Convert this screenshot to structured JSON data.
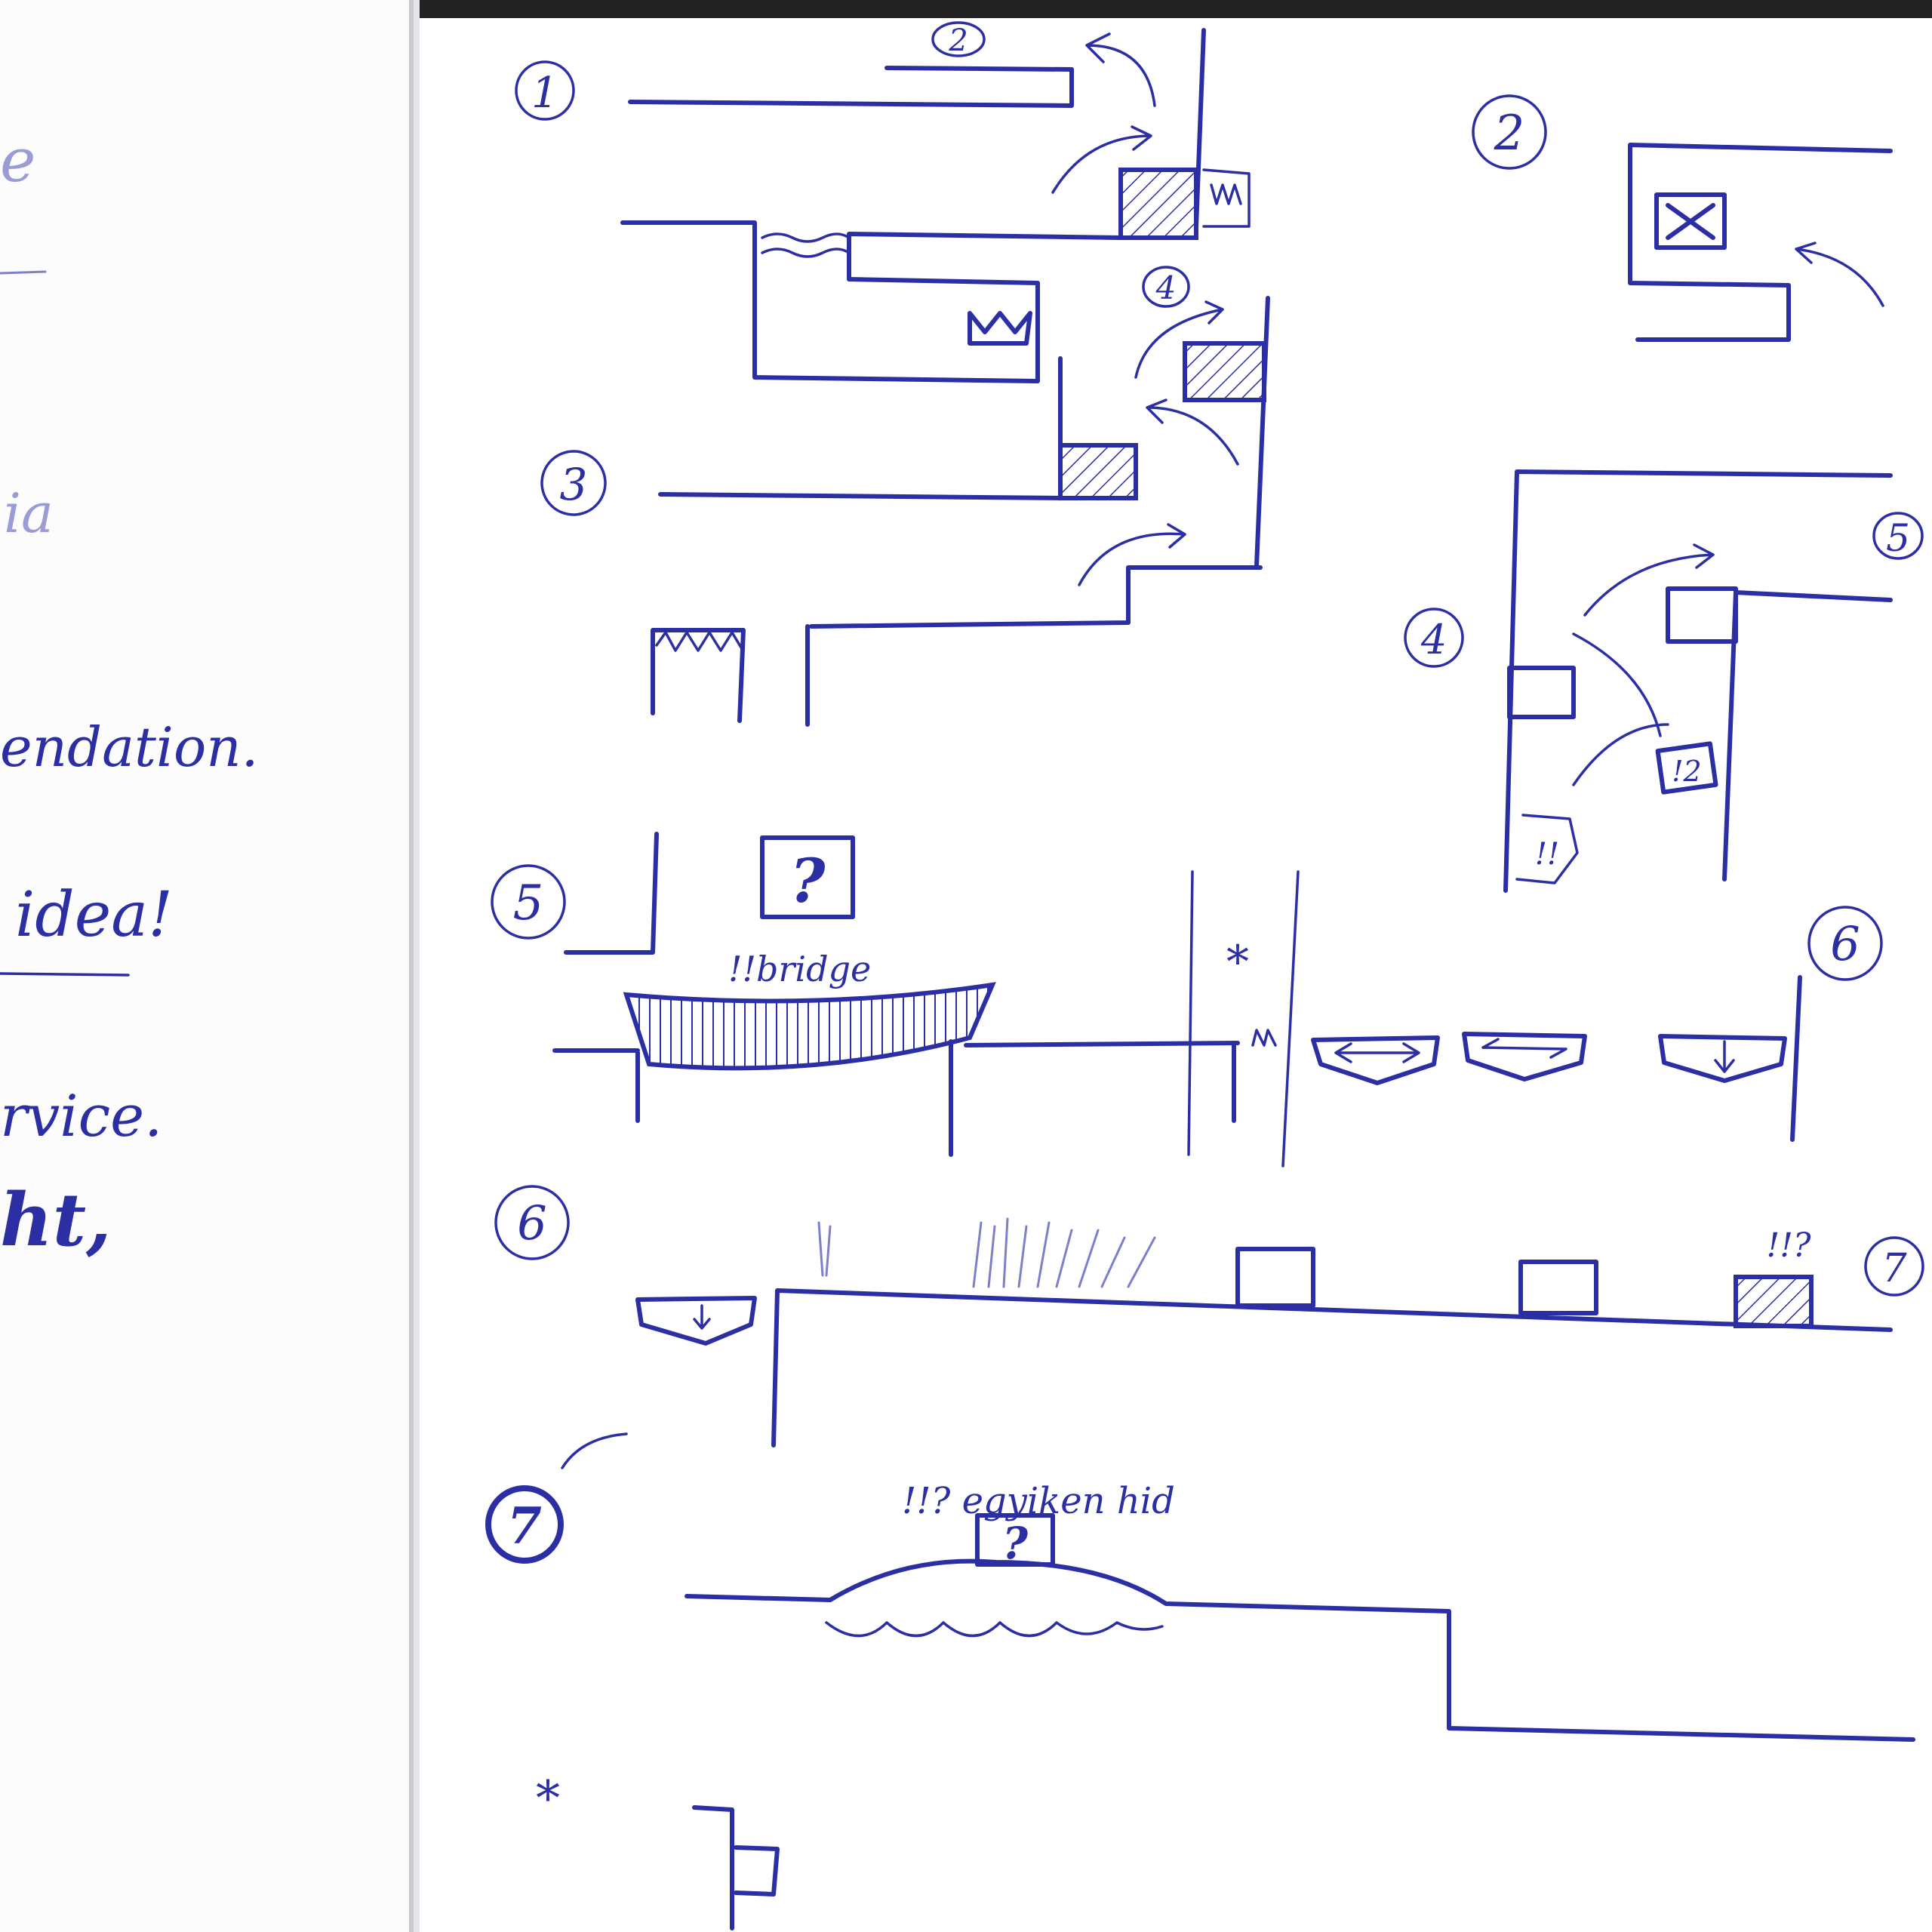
{
  "left_page": {
    "fragments": [
      "e",
      "ia",
      "endation.",
      "idea!",
      "rvice.",
      "ht,"
    ]
  },
  "labels": {
    "n1": "1",
    "n2a": "2",
    "n2b": "2",
    "n3": "3",
    "n4a": "4",
    "n4b": "4",
    "n5a": "5",
    "n5b": "5",
    "n6a": "6",
    "n6b": "6",
    "n7a": "7",
    "n7b": "7",
    "bridge": "!!bridge",
    "question": "?",
    "question2": "?",
    "mark_q": "!!?",
    "mark_11": "!!",
    "mark_12": "!2",
    "egy": "!!? egyiken hid",
    "star": "*",
    "star2": "*"
  },
  "colors": {
    "ink": "#2b2fa3",
    "paper": "#ffffff"
  }
}
